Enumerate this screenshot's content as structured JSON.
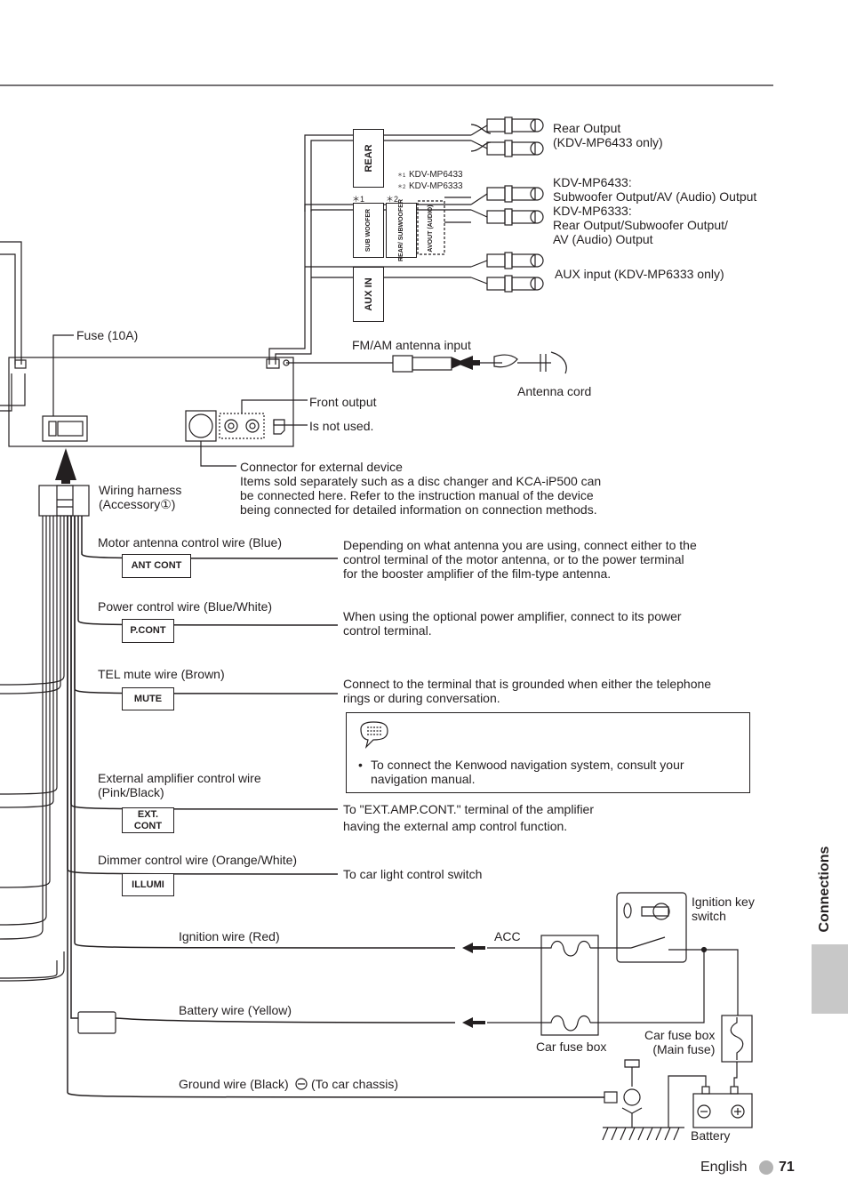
{
  "output_labels": {
    "rear_output": "Rear Output\n(KDV-MP6433 only)",
    "sub_output": "KDV-MP6433:\nSubwoofer Output/AV (Audio) Output\nKDV-MP6333:\nRear Output/Subwoofer Output/\nAV (Audio) Output",
    "aux_input": "AUX input (KDV-MP6333 only)",
    "footnote_1": "KDV-MP6433",
    "footnote_2": "KDV-MP6333",
    "star1": "＊1",
    "star2": "＊2",
    "sup1": "＊1",
    "sup2": "＊2"
  },
  "jack_labels": {
    "rear": "REAR",
    "sub_woofer": "SUB\nWOOFER",
    "rear_subwoofer": "REAR/\nSUBWOOFER",
    "avout_audio": "AVOUT\n(AUDIO)",
    "aux_in": "AUX IN"
  },
  "unit_labels": {
    "fuse": "Fuse (10A)",
    "fm_am_antenna": "FM/AM antenna input",
    "antenna_cord": "Antenna cord",
    "front_output": "Front output",
    "not_used": "Is not used.",
    "external_connector": "Connector for external device\nItems sold separately such as a disc changer and KCA-iP500 can\nbe connected here. Refer to the instruction manual of the device\nbeing connected for detailed information on connection methods.",
    "wiring_harness": "Wiring harness\n(Accessory①)"
  },
  "wires": [
    {
      "name": "Motor antenna control wire (Blue)",
      "tag": "ANT CONT",
      "desc": "Depending on what antenna you are using, connect either to the\ncontrol terminal of the motor antenna, or to the power terminal\nfor the booster amplifier of the film-type antenna."
    },
    {
      "name": "Power control wire (Blue/White)",
      "tag": "P.CONT",
      "desc": "When using the optional power amplifier, connect to its power\ncontrol terminal."
    },
    {
      "name": "TEL mute wire (Brown)",
      "tag": "MUTE",
      "desc": "Connect to the terminal that is grounded when either the telephone\nrings or during conversation."
    },
    {
      "name": "External amplifier control wire\n(Pink/Black)",
      "tag": "EXT.\nCONT",
      "desc": "To \"EXT.AMP.CONT.\" terminal of the amplifier\nhaving the external amp control function."
    },
    {
      "name": "Dimmer control wire (Orange/White)",
      "tag": "ILLUMI",
      "desc": "To car light control switch"
    }
  ],
  "note": {
    "bullet": "•",
    "text": "To connect the Kenwood navigation system, consult your\nnavigation manual."
  },
  "power": {
    "ignition_wire": "Ignition wire (Red)",
    "acc": "ACC",
    "ignition_switch": "Ignition key\nswitch",
    "battery_wire": "Battery wire (Yellow)",
    "car_fuse_box": "Car fuse box",
    "car_fuse_box_main": "Car fuse box\n(Main fuse)",
    "ground_wire_left": "Ground wire (Black)",
    "ground_wire_right": "(To car chassis)",
    "battery": "Battery"
  },
  "footer": {
    "language": "English",
    "page": "71",
    "section": "Connections"
  }
}
